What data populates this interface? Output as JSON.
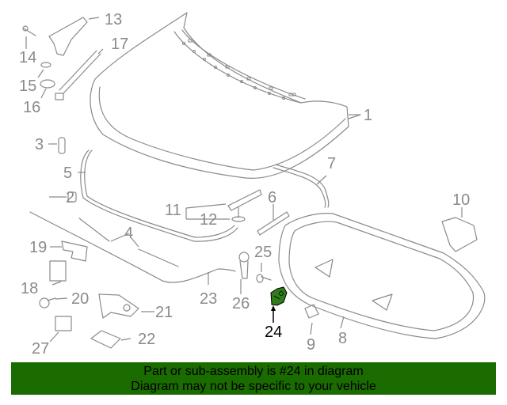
{
  "diagram": {
    "highlight_color": "#2e7d1a",
    "line_color": "#8a8a8a",
    "highlighted_part": "24",
    "callouts": [
      {
        "id": "1",
        "label": "1"
      },
      {
        "id": "2",
        "label": "2"
      },
      {
        "id": "3",
        "label": "3"
      },
      {
        "id": "4",
        "label": "4"
      },
      {
        "id": "5",
        "label": "5"
      },
      {
        "id": "6",
        "label": "6"
      },
      {
        "id": "7",
        "label": "7"
      },
      {
        "id": "8",
        "label": "8"
      },
      {
        "id": "9",
        "label": "9"
      },
      {
        "id": "10",
        "label": "10"
      },
      {
        "id": "11",
        "label": "11"
      },
      {
        "id": "12",
        "label": "12"
      },
      {
        "id": "13",
        "label": "13"
      },
      {
        "id": "14",
        "label": "14"
      },
      {
        "id": "15",
        "label": "15"
      },
      {
        "id": "16",
        "label": "16"
      },
      {
        "id": "17",
        "label": "17"
      },
      {
        "id": "18",
        "label": "18"
      },
      {
        "id": "19",
        "label": "19"
      },
      {
        "id": "20",
        "label": "20"
      },
      {
        "id": "21",
        "label": "21"
      },
      {
        "id": "22",
        "label": "22"
      },
      {
        "id": "23",
        "label": "23"
      },
      {
        "id": "24",
        "label": "24"
      },
      {
        "id": "25",
        "label": "25"
      },
      {
        "id": "26",
        "label": "26"
      },
      {
        "id": "27",
        "label": "27"
      }
    ]
  },
  "banner": {
    "background": "#1a6b00",
    "line1": "Part or sub-assembly is #24 in diagram",
    "line2": "Diagram may not be specific to your vehicle"
  }
}
